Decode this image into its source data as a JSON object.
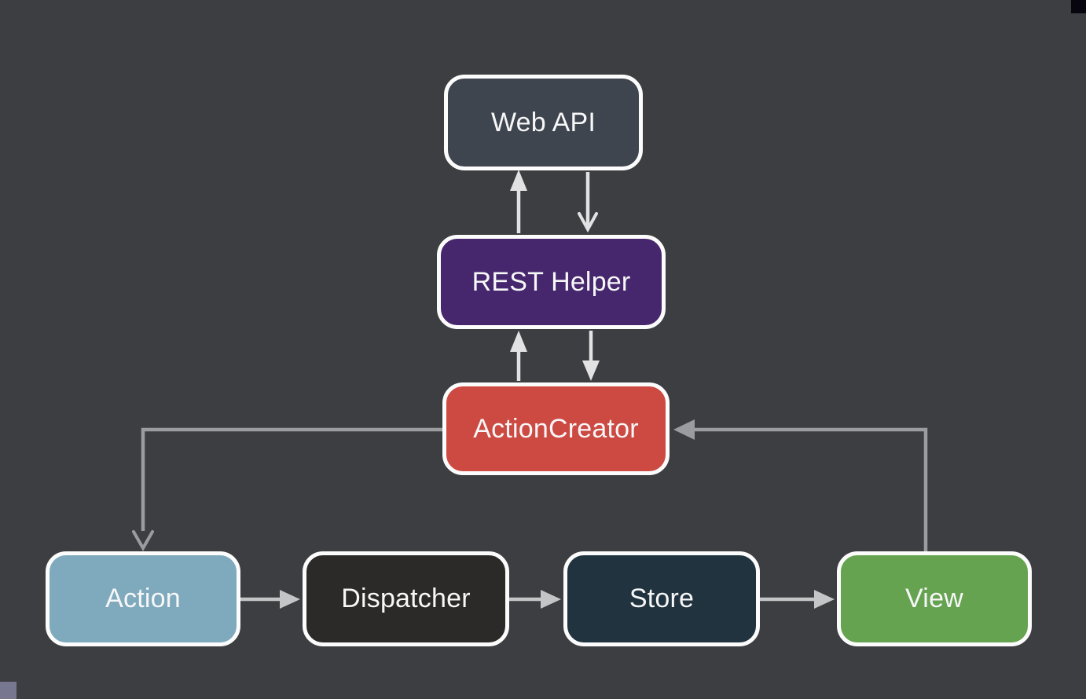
{
  "canvas": {
    "background": "#3d3e41"
  },
  "diagram": {
    "nodes": [
      {
        "id": "web-api",
        "label": "Web API",
        "fill": "#3e454f"
      },
      {
        "id": "rest-helper",
        "label": "REST Helper",
        "fill": "#46276d"
      },
      {
        "id": "action-creator",
        "label": "ActionCreator",
        "fill": "#cc4a42"
      },
      {
        "id": "action",
        "label": "Action",
        "fill": "#7fa9bd"
      },
      {
        "id": "dispatcher",
        "label": "Dispatcher",
        "fill": "#2b2a28"
      },
      {
        "id": "store",
        "label": "Store",
        "fill": "#21333f"
      },
      {
        "id": "view",
        "label": "View",
        "fill": "#65a350"
      }
    ],
    "node_border_color": "#fcfcfc",
    "label_color": "#f7f7f8",
    "edges": [
      {
        "id": "rest-to-webapi",
        "from": "REST Helper",
        "to": "Web API",
        "color": "#e2e2e4",
        "head": "filled"
      },
      {
        "id": "webapi-to-rest",
        "from": "Web API",
        "to": "REST Helper",
        "color": "#e2e2e4",
        "head": "open"
      },
      {
        "id": "ac-to-rest",
        "from": "ActionCreator",
        "to": "REST Helper",
        "color": "#e2e2e4",
        "head": "filled"
      },
      {
        "id": "rest-to-ac",
        "from": "REST Helper",
        "to": "ActionCreator",
        "color": "#e2e2e4",
        "head": "filled"
      },
      {
        "id": "ac-to-action",
        "from": "ActionCreator",
        "to": "Action",
        "color": "#9b9ca0",
        "head": "open"
      },
      {
        "id": "view-to-ac",
        "from": "View",
        "to": "ActionCreator",
        "color": "#9b9ca0",
        "head": "filled"
      },
      {
        "id": "action-to-dispatcher",
        "from": "Action",
        "to": "Dispatcher",
        "color": "#c4c5c7",
        "head": "filled"
      },
      {
        "id": "dispatcher-to-store",
        "from": "Dispatcher",
        "to": "Store",
        "color": "#c4c5c7",
        "head": "filled"
      },
      {
        "id": "store-to-view",
        "from": "Store",
        "to": "View",
        "color": "#c4c5c7",
        "head": "filled"
      }
    ]
  },
  "overlays": {
    "top_right_square_color": "#07060f",
    "bottom_left_square_color": "#77788f"
  }
}
